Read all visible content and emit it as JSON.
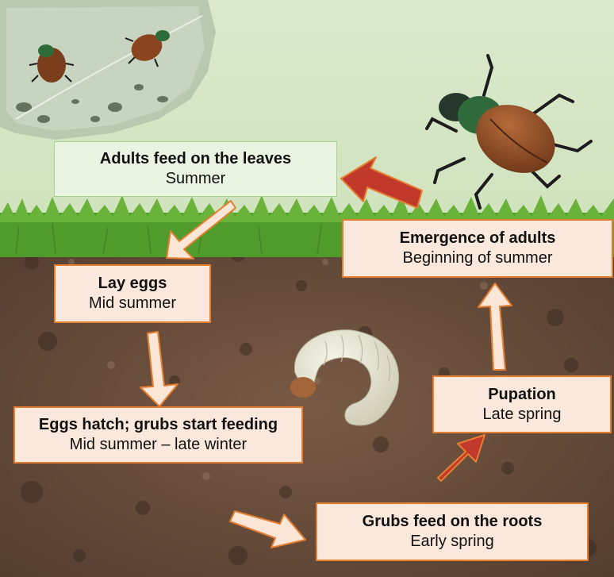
{
  "colors": {
    "sky": "#d7e7c8",
    "soil": "#6e5240",
    "grass": "#4c9a2a",
    "box_green_fill": "#eaf4e2",
    "box_peach_fill": "#fbe8dc",
    "box_orange_border": "#e67e30",
    "arrow_peach": "#fbe6d8",
    "arrow_red": "#c0392b"
  },
  "stages": {
    "adults_feed": {
      "title": "Adults feed on the leaves",
      "season": "Summer"
    },
    "lay_eggs": {
      "title": "Lay eggs",
      "season": "Mid summer"
    },
    "eggs_hatch": {
      "title": "Eggs hatch; grubs start feeding",
      "season": "Mid summer – late winter"
    },
    "grubs_roots": {
      "title": "Grubs feed on the roots",
      "season": "Early spring"
    },
    "pupation": {
      "title": "Pupation",
      "season": "Late spring"
    },
    "emergence": {
      "title": "Emergence of adults",
      "season": "Beginning of summer"
    }
  },
  "arrows": [
    {
      "from": "adults_feed",
      "to": "lay_eggs",
      "style": "peach"
    },
    {
      "from": "lay_eggs",
      "to": "eggs_hatch",
      "style": "peach"
    },
    {
      "from": "eggs_hatch",
      "to": "grubs_roots",
      "style": "peach"
    },
    {
      "from": "grubs_roots",
      "to": "pupation",
      "style": "red"
    },
    {
      "from": "pupation",
      "to": "emergence",
      "style": "peach"
    },
    {
      "from": "emergence",
      "to": "adults_feed",
      "style": "red"
    }
  ],
  "illustrations": [
    "leaf-with-beetles",
    "adult-beetle",
    "white-grub",
    "grass-strip",
    "soil-background"
  ]
}
